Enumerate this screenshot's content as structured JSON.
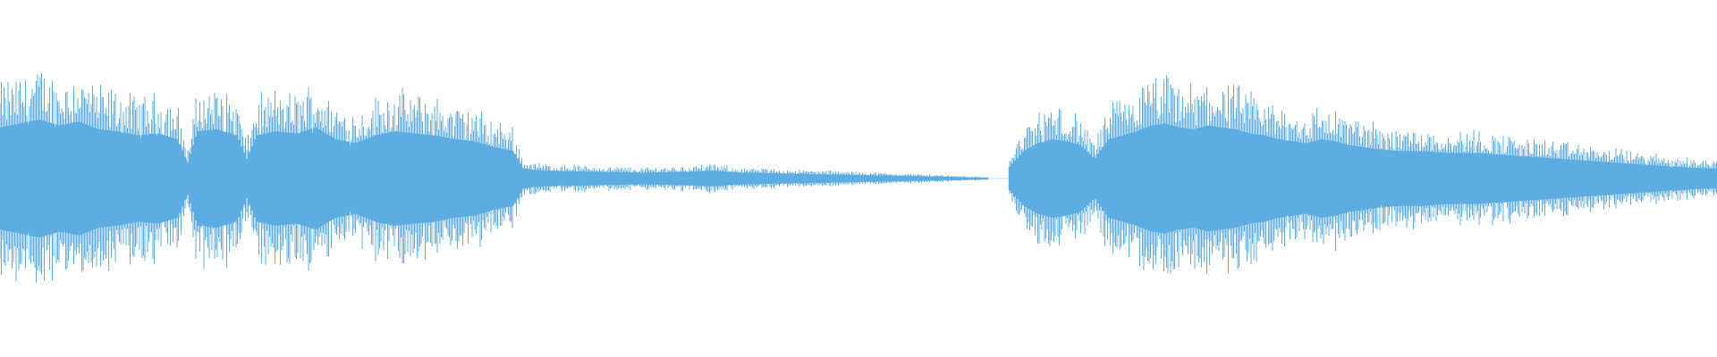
{
  "waveform": {
    "color": "#5DADE2",
    "background": "#FFFFFF",
    "segments": [
      {
        "name": "segment-1",
        "start_fraction": 0.0,
        "end_fraction": 0.575,
        "envelope": [
          [
            0.0,
            0.26
          ],
          [
            0.02,
            0.28
          ],
          [
            0.04,
            0.3
          ],
          [
            0.06,
            0.27
          ],
          [
            0.08,
            0.29
          ],
          [
            0.1,
            0.25
          ],
          [
            0.12,
            0.24
          ],
          [
            0.14,
            0.22
          ],
          [
            0.16,
            0.23
          ],
          [
            0.18,
            0.2
          ],
          [
            0.19,
            0.08
          ],
          [
            0.2,
            0.24
          ],
          [
            0.22,
            0.25
          ],
          [
            0.24,
            0.22
          ],
          [
            0.25,
            0.1
          ],
          [
            0.26,
            0.22
          ],
          [
            0.28,
            0.24
          ],
          [
            0.3,
            0.23
          ],
          [
            0.32,
            0.26
          ],
          [
            0.34,
            0.2
          ],
          [
            0.36,
            0.18
          ],
          [
            0.38,
            0.22
          ],
          [
            0.4,
            0.24
          ],
          [
            0.42,
            0.23
          ],
          [
            0.44,
            0.22
          ],
          [
            0.46,
            0.2
          ],
          [
            0.48,
            0.19
          ],
          [
            0.5,
            0.16
          ],
          [
            0.52,
            0.14
          ],
          [
            0.53,
            0.05
          ],
          [
            0.55,
            0.04
          ],
          [
            0.6,
            0.035
          ],
          [
            0.65,
            0.03
          ],
          [
            0.7,
            0.035
          ],
          [
            0.72,
            0.04
          ],
          [
            0.75,
            0.03
          ],
          [
            0.8,
            0.025
          ],
          [
            0.85,
            0.02
          ],
          [
            0.9,
            0.015
          ],
          [
            0.95,
            0.01
          ],
          [
            1.0,
            0.004
          ]
        ]
      },
      {
        "name": "segment-2",
        "start_fraction": 0.588,
        "end_fraction": 1.0,
        "envelope": [
          [
            0.0,
            0.06
          ],
          [
            0.02,
            0.14
          ],
          [
            0.04,
            0.18
          ],
          [
            0.06,
            0.2
          ],
          [
            0.08,
            0.19
          ],
          [
            0.1,
            0.17
          ],
          [
            0.12,
            0.1
          ],
          [
            0.14,
            0.2
          ],
          [
            0.16,
            0.22
          ],
          [
            0.18,
            0.24
          ],
          [
            0.2,
            0.27
          ],
          [
            0.22,
            0.28
          ],
          [
            0.24,
            0.26
          ],
          [
            0.26,
            0.25
          ],
          [
            0.28,
            0.27
          ],
          [
            0.3,
            0.26
          ],
          [
            0.32,
            0.25
          ],
          [
            0.34,
            0.23
          ],
          [
            0.36,
            0.22
          ],
          [
            0.38,
            0.2
          ],
          [
            0.4,
            0.19
          ],
          [
            0.42,
            0.18
          ],
          [
            0.44,
            0.2
          ],
          [
            0.46,
            0.19
          ],
          [
            0.48,
            0.17
          ],
          [
            0.5,
            0.16
          ],
          [
            0.52,
            0.15
          ],
          [
            0.55,
            0.14
          ],
          [
            0.58,
            0.14
          ],
          [
            0.62,
            0.13
          ],
          [
            0.66,
            0.13
          ],
          [
            0.7,
            0.12
          ],
          [
            0.74,
            0.11
          ],
          [
            0.78,
            0.1
          ],
          [
            0.82,
            0.09
          ],
          [
            0.86,
            0.08
          ],
          [
            0.9,
            0.07
          ],
          [
            0.94,
            0.06
          ],
          [
            0.97,
            0.055
          ],
          [
            1.0,
            0.05
          ]
        ]
      }
    ]
  }
}
